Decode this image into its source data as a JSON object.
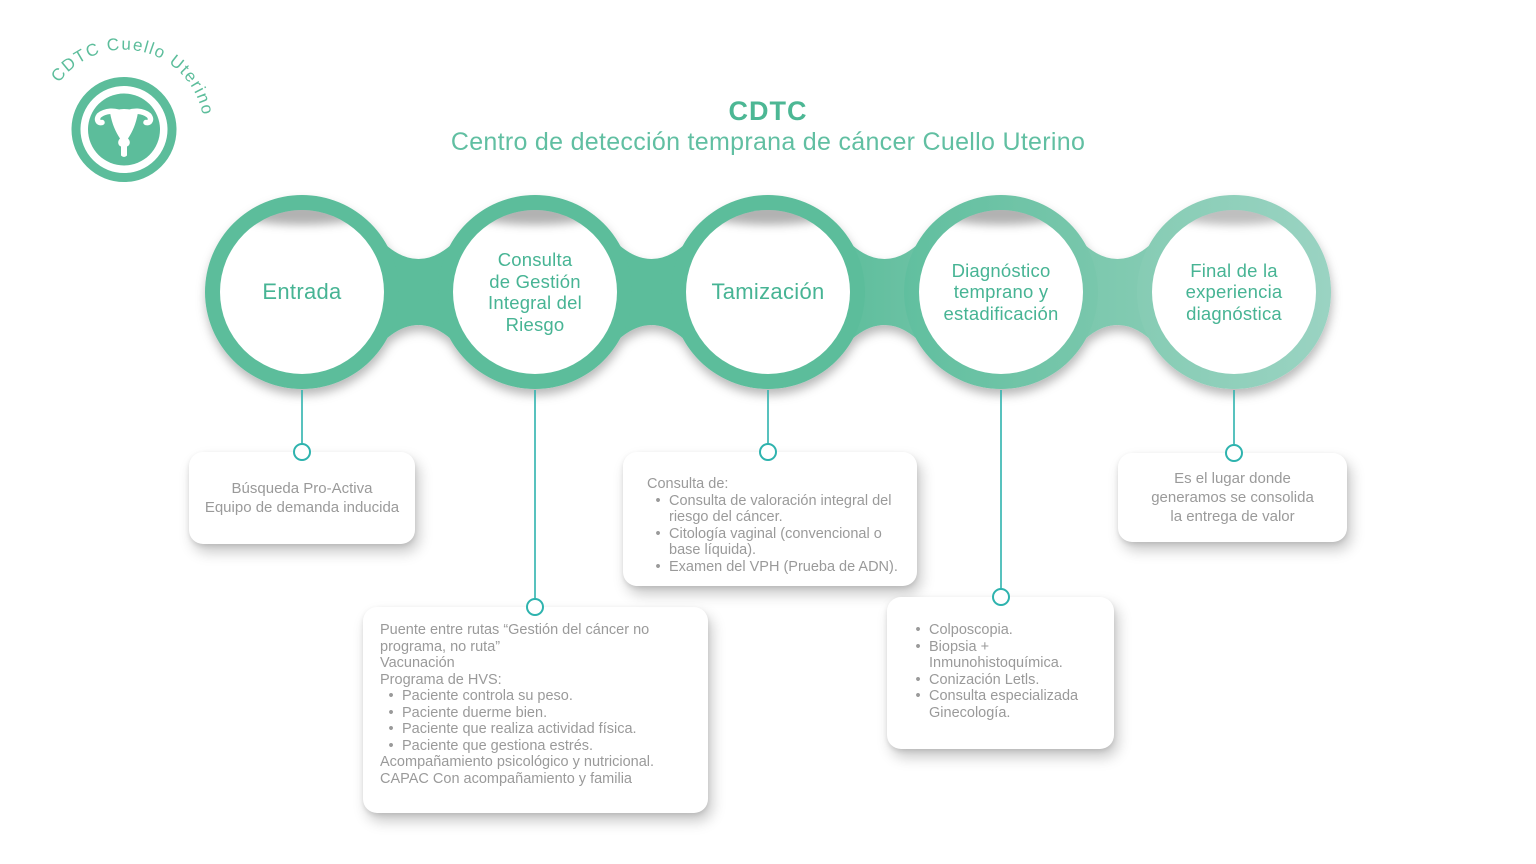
{
  "logo": {
    "curved_text": "CDTC Cuello Uterino"
  },
  "header": {
    "title": "CDTC",
    "subtitle": "Centro de detección temprana de cáncer Cuello Uterino"
  },
  "colors": {
    "chain_green": "#5cbd9b",
    "chain_green_light": "#93ceba",
    "label_green": "#47b494",
    "title_green": "#4cb794",
    "connector_teal": "#2eb3ae",
    "note_text_gray": "#9a9a9a"
  },
  "stages": [
    {
      "label": "Entrada",
      "note_text": "Búsqueda Pro-Activa\nEquipo de demanda inducida"
    },
    {
      "label": "Consulta\nde Gestión\nIntegral del\nRiesgo",
      "note_lines": [
        {
          "text": "Puente entre rutas “Gestión del cáncer no programa, no ruta”"
        },
        {
          "text": "Vacunación"
        },
        {
          "text": "Programa de HVS:"
        },
        {
          "text": "Paciente controla su peso.",
          "bullet": true
        },
        {
          "text": "Paciente duerme bien.",
          "bullet": true
        },
        {
          "text": "Paciente que realiza actividad física.",
          "bullet": true
        },
        {
          "text": "Paciente que gestiona estrés.",
          "bullet": true
        },
        {
          "text": "Acompañamiento psicológico y nutricional."
        },
        {
          "text": "CAPAC Con acompañamiento y familia"
        }
      ]
    },
    {
      "label": "Tamización",
      "note_lines": [
        {
          "text": "Consulta de:"
        },
        {
          "text": "Consulta de valoración integral del riesgo del cáncer.",
          "bullet": true
        },
        {
          "text": "Citología vaginal (convencional o base líquida).",
          "bullet": true
        },
        {
          "text": "Examen del VPH (Prueba de ADN).",
          "bullet": true
        }
      ]
    },
    {
      "label": "Diagnóstico\ntemprano y\nestadificación",
      "note_lines": [
        {
          "text": "Colposcopia.",
          "bullet": true
        },
        {
          "text": "Biopsia + Inmunohistoquímica.",
          "bullet": true
        },
        {
          "text": "Conización Letls.",
          "bullet": true
        },
        {
          "text": "Consulta especializada Ginecología.",
          "bullet": true
        }
      ]
    },
    {
      "label": "Final de la\nexperiencia\ndiagnóstica",
      "note_text": "Es el lugar donde\ngeneramos se consolida\nla entrega de valor"
    }
  ]
}
